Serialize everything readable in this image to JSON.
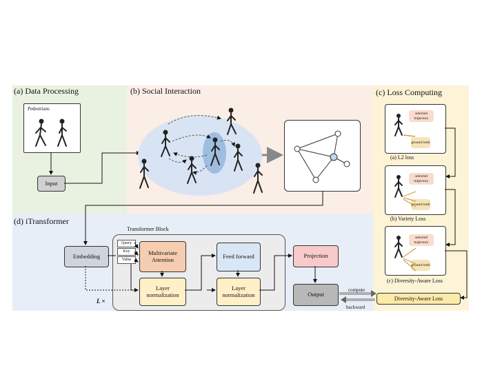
{
  "panels": {
    "data_processing": "(a) Data Processing",
    "social_interaction": "(b) Social Interaction",
    "loss_computing": "(c) Loss Computing",
    "itransformer": "(d) iTransformer"
  },
  "data_processing": {
    "pedestrians": "Pedestrians",
    "input": "Input"
  },
  "transformer": {
    "block_title": "Transformer Block",
    "embedding": "Embedding",
    "query": "Query",
    "key": "Key",
    "value": "Value",
    "attention": "Multivariate Attention",
    "feed_forward": "Feed forward",
    "layer_norm_1": "Layer normalization",
    "layer_norm_2": "Layer normalization",
    "projection": "Projection",
    "output": "Output",
    "repeat": "L ×"
  },
  "loss": {
    "l2_caption": "(a) L2 loss",
    "variety_caption": "(b) Variety Loss",
    "diversity_caption": "(c) Diversity-Aware Loss",
    "selected": "selected trajectory",
    "ground_truth": "ground truth",
    "diversity_box": "Diversity-Aware Loss",
    "compute": "compute",
    "backward": "backward"
  },
  "colors": {
    "green_panel": "#e9f2e1",
    "pink_panel": "#fbeee6",
    "yellow_panel": "#fdf3d6",
    "blue_panel": "#e7eef8",
    "node_fill": "#bdd7ee",
    "attention_fill": "#f6cdb0",
    "norm_fill": "#fff0c8",
    "feed_fill": "#d9e6f5",
    "projection_fill": "#f8caca",
    "gray_fill": "#d0d0d0",
    "diversity_fill": "#fde9a8"
  }
}
